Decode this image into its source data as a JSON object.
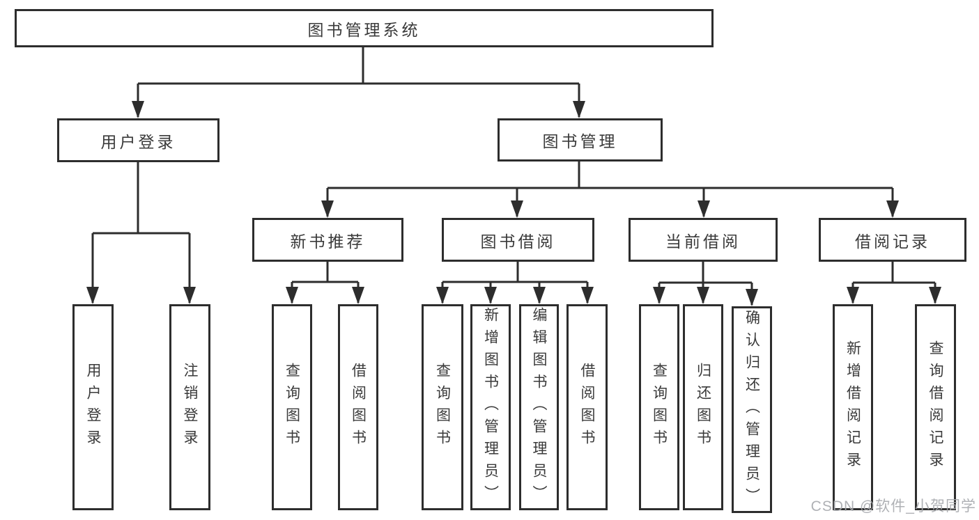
{
  "diagram": {
    "type": "tree",
    "root": "图书管理系统",
    "level2": {
      "user_login": "用户登录",
      "book_mgmt": "图书管理"
    },
    "user_login_leaves": [
      "用户登录",
      "注销登录"
    ],
    "sections": [
      {
        "label": "新书推荐",
        "leaves": [
          "查询图书",
          "借阅图书"
        ]
      },
      {
        "label": "图书借阅",
        "leaves": [
          "查询图书",
          "新增图书（管理员）",
          "编辑图书（管理员）",
          "借阅图书"
        ]
      },
      {
        "label": "当前借阅",
        "leaves": [
          "查询图书",
          "归还图书",
          "确认归还（管理员）"
        ]
      },
      {
        "label": "借阅记录",
        "leaves": [
          "新增借阅记录",
          "查询借阅记录"
        ]
      }
    ],
    "watermark": "CSDN @软件_小贺同学",
    "colors": {
      "line": "#2d2d2d",
      "border": "#2d2d2d",
      "text": "#3a3a3a",
      "background": "#ffffff",
      "watermark": "#a6a9ad"
    }
  }
}
